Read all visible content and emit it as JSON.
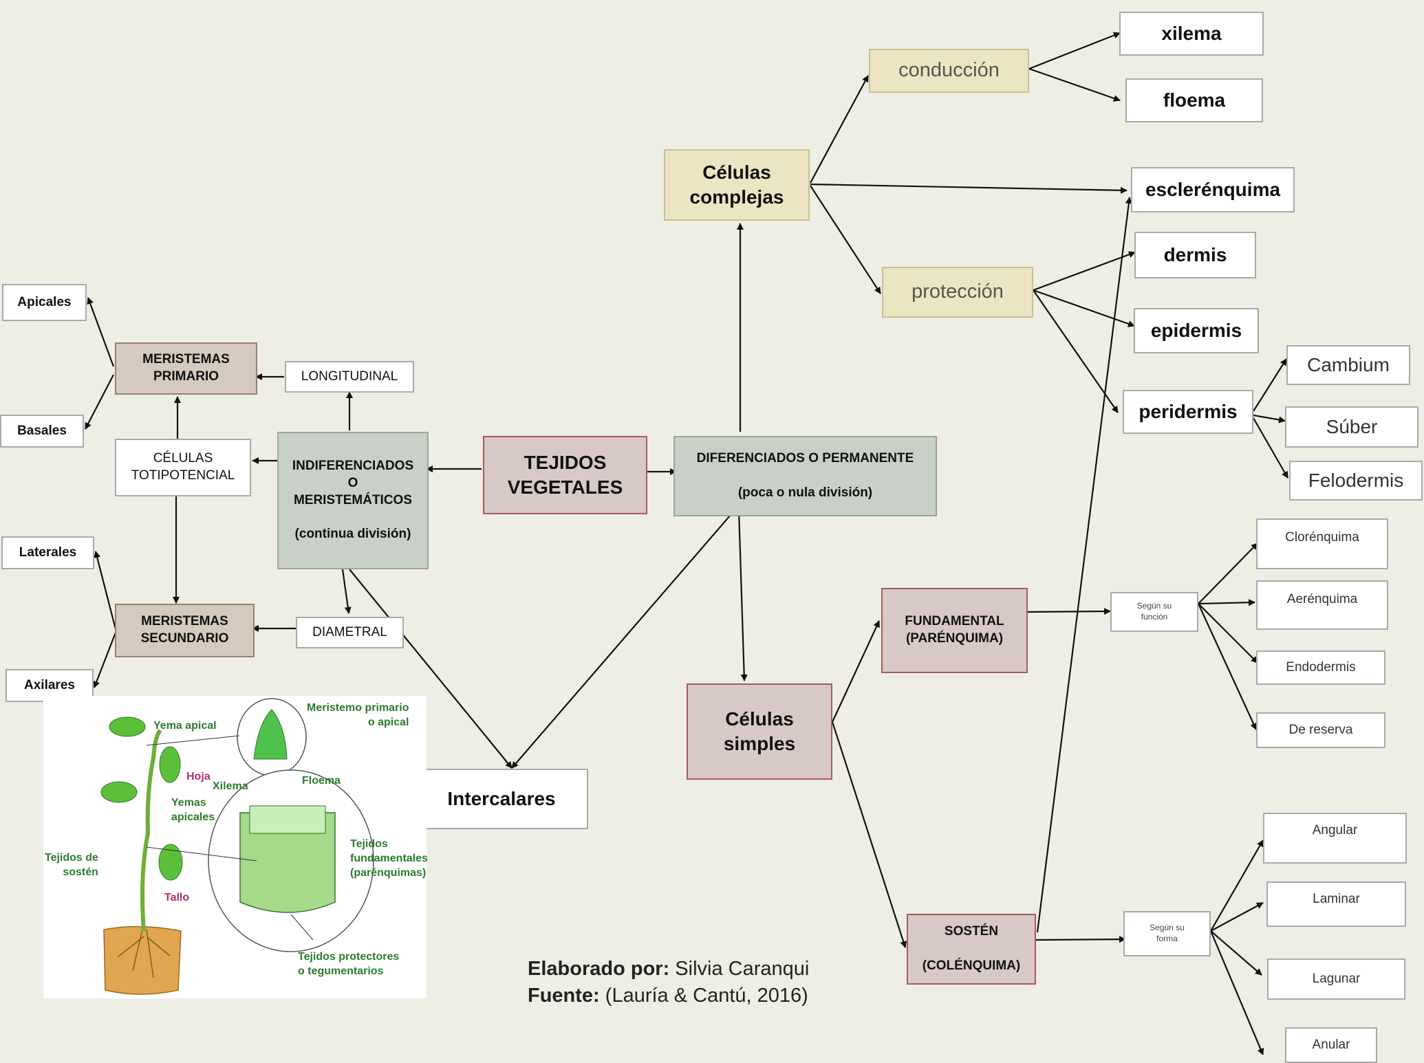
{
  "nodes": {
    "tejidos": "TEJIDOS\nVEGETALES",
    "diferenciados": "DIFERENCIADOS O PERMANENTE\n\n(poca o nula división)",
    "indiferenciados": "INDIFERENCIADOS\nO\nMERISTEMÁTICOS\n\n(continua división)",
    "longitudinal": "LONGITUDINAL",
    "diametral": "DIAMETRAL",
    "totipotencial": "CÉLULAS\nTOTIPOTENCIAL",
    "mer_primario": "MERISTEMAS\nPRIMARIO",
    "mer_secundario": "MERISTEMAS\nSECUNDARIO",
    "apicales": "Apicales",
    "basales": "Basales",
    "laterales": "Laterales",
    "axilares": "Axilares",
    "intercalares": "Intercalares",
    "complejas": "Células\ncomplejas",
    "conduccion": "conducción",
    "proteccion": "protección",
    "xilema": "xilema",
    "floema": "floema",
    "esclerenquima": "esclerénquima",
    "dermis": "dermis",
    "epidermis": "epidermis",
    "peridermis": "peridermis",
    "cambium": "Cambium",
    "suber": "Súber",
    "felodermis": "Felodermis",
    "simples": "Células\nsimples",
    "fundamental": "FUNDAMENTAL\n(PARÉNQUIMA)",
    "sosten": "SOSTÉN\n\n(COLÉNQUIMA)",
    "segun_funcion": "Según su\nfunción",
    "segun_forma": "Según su\nforma",
    "clorenquima": "Clorénquima",
    "aerenquima": "Aerénquima",
    "endodermis": "Endodermis",
    "de_reserva": "De reserva",
    "angular": "Angular",
    "laminar": "Laminar",
    "lagunar": "Lagunar",
    "anular": "Anular"
  },
  "illustration": {
    "yema_apical": "Yema apical",
    "meristemo": "Meristemo primario\no apical",
    "hoja": "Hoja",
    "xilema": "Xilema",
    "floema": "Floema",
    "yemas_apicales": "Yemas\napicales",
    "tejidos_sosten": "Tejidos de\nsostén",
    "tallo": "Tallo",
    "tejidos_fundamentales": "Tejidos\nfundamentales\n(parénquimas)",
    "tejidos_protectores": "Tejidos protectores\no tegumentarios"
  },
  "credits": {
    "elaborado_label": "Elaborado por:",
    "elaborado_value": "Silvia Caranqui",
    "fuente_label": "Fuente:",
    "fuente_value": "(Lauría & Cantú, 2016)"
  }
}
